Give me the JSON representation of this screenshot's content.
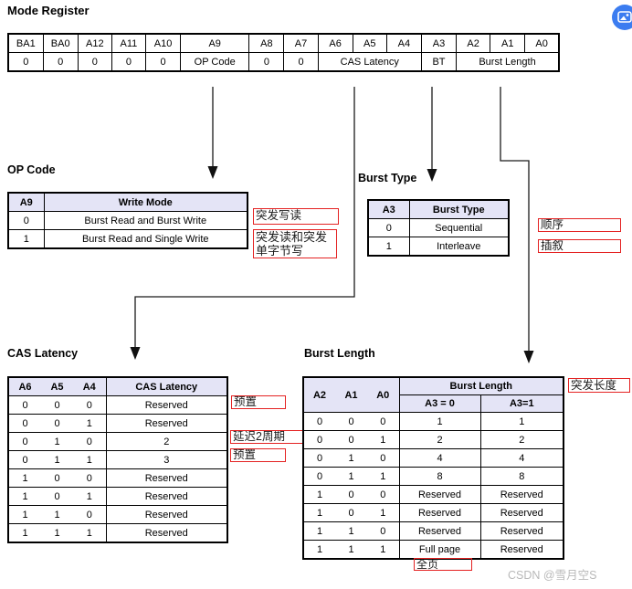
{
  "page": {
    "title": "Mode Register",
    "watermark": "CSDN @雪月空S"
  },
  "colors": {
    "header_bg": "#e4e4f6",
    "annotation_border": "#e42222",
    "icon_blue": "#3b7cf0",
    "watermark_gray": "#b9b9b9"
  },
  "mode_register": {
    "bits": [
      "BA1",
      "BA0",
      "A12",
      "A11",
      "A10",
      "A9",
      "A8",
      "A7",
      "A6",
      "A5",
      "A4",
      "A3",
      "A2",
      "A1",
      "A0"
    ],
    "row2": [
      "0",
      "0",
      "0",
      "0",
      "0",
      "OP Code",
      "0",
      "0",
      "CAS Latency",
      "BT",
      "Burst Length"
    ]
  },
  "op_code": {
    "title": "OP Code",
    "headers": [
      "A9",
      "Write Mode"
    ],
    "rows": [
      [
        "0",
        "Burst Read and Burst Write"
      ],
      [
        "1",
        "Burst Read and Single Write"
      ]
    ],
    "annotations": [
      "突发写读",
      "突发读和突发单字节写"
    ]
  },
  "burst_type": {
    "title": "Burst Type",
    "headers": [
      "A3",
      "Burst Type"
    ],
    "rows": [
      [
        "0",
        "Sequential"
      ],
      [
        "1",
        "Interleave"
      ]
    ],
    "annotations": [
      "顺序",
      "插叙"
    ]
  },
  "cas_latency": {
    "title": "CAS Latency",
    "headers": [
      "A6",
      "A5",
      "A4",
      "CAS Latency"
    ],
    "rows": [
      [
        "0",
        "0",
        "0",
        "Reserved"
      ],
      [
        "0",
        "0",
        "1",
        "Reserved"
      ],
      [
        "0",
        "1",
        "0",
        "2"
      ],
      [
        "0",
        "1",
        "1",
        "3"
      ],
      [
        "1",
        "0",
        "0",
        "Reserved"
      ],
      [
        "1",
        "0",
        "1",
        "Reserved"
      ],
      [
        "1",
        "1",
        "0",
        "Reserved"
      ],
      [
        "1",
        "1",
        "1",
        "Reserved"
      ]
    ],
    "annotations": [
      "预置",
      "延迟2周期",
      "预置"
    ]
  },
  "burst_length": {
    "title": "Burst Length",
    "bit_headers": [
      "A2",
      "A1",
      "A0"
    ],
    "group_header": "Burst Length",
    "sub_headers": [
      "A3 = 0",
      "A3=1"
    ],
    "rows": [
      [
        "0",
        "0",
        "0",
        "1",
        "1"
      ],
      [
        "0",
        "0",
        "1",
        "2",
        "2"
      ],
      [
        "0",
        "1",
        "0",
        "4",
        "4"
      ],
      [
        "0",
        "1",
        "1",
        "8",
        "8"
      ],
      [
        "1",
        "0",
        "0",
        "Reserved",
        "Reserved"
      ],
      [
        "1",
        "0",
        "1",
        "Reserved",
        "Reserved"
      ],
      [
        "1",
        "1",
        "0",
        "Reserved",
        "Reserved"
      ],
      [
        "1",
        "1",
        "1",
        "Full page",
        "Reserved"
      ]
    ],
    "annotations": [
      "突发长度",
      "全页"
    ]
  }
}
